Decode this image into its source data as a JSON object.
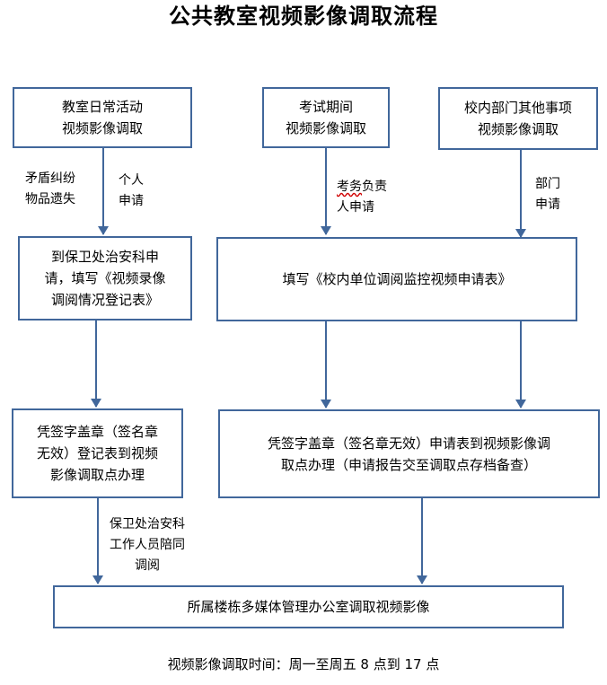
{
  "title": "公共教室视频影像调取流程",
  "boxes": {
    "classroom_daily": {
      "line1": "教室日常活动",
      "line2": "视频影像调取"
    },
    "exam_period": {
      "line1": "考试期间",
      "line2": "视频影像调取"
    },
    "dept_other": {
      "line1": "校内部门其他事项",
      "line2": "视频影像调取"
    },
    "security_office": {
      "line1": "到保卫处治安科申",
      "line2": "请，填写《视频录像",
      "line3": "调阅情况登记表》"
    },
    "fill_form": {
      "text": "填写《校内单位调阅监控视频申请表》"
    },
    "left_signature": {
      "line1": "凭签字盖章（签名章",
      "line2": "无效）登记表到视频",
      "line3": "影像调取点办理"
    },
    "right_signature": {
      "line1": "凭签字盖章（签名章无效）申请表到视频影像调",
      "line2": "取点办理（申请报告交至调取点存档备查）"
    },
    "final": {
      "text": "所属楼栋多媒体管理办公室调取视频影像"
    }
  },
  "labels": {
    "dispute_loss": {
      "line1": "矛盾纠纷",
      "line2": "物品遗失"
    },
    "personal_apply": {
      "line1": "个人",
      "line2": "申请"
    },
    "exam_affairs": {
      "line1_marked": "考务",
      "line1_rest": "负责",
      "line2": "人申请"
    },
    "dept_apply": {
      "line1": "部门",
      "line2": "申请"
    },
    "security_staff": {
      "line1": "保卫处治安科",
      "line2": "工作人员陪同",
      "line3": "调阅"
    }
  },
  "footer": "视频影像调取时间：周一至周五 8 点到 17 点",
  "colors": {
    "box_border": "#41679b",
    "arrow": "#41679b",
    "marker_underline": "#d00000"
  }
}
